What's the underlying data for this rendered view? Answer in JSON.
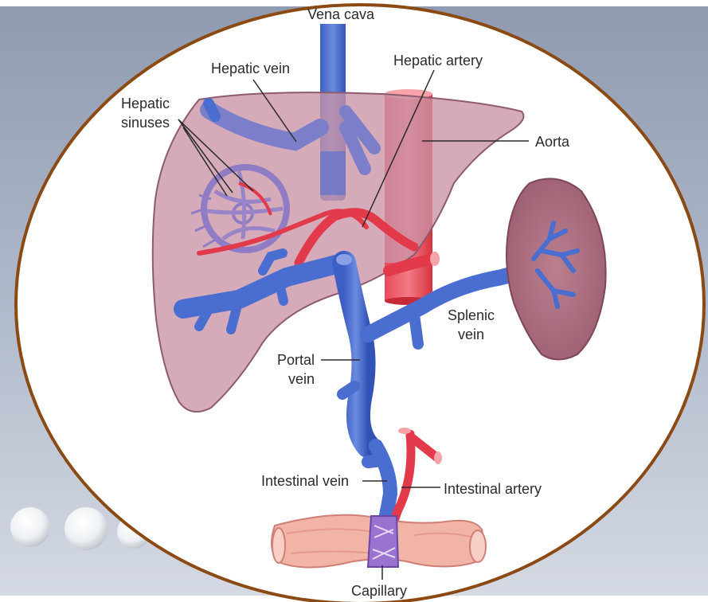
{
  "diagram": {
    "labels": {
      "vena_cava": "Vena cava",
      "hepatic_vein": "Hepatic vein",
      "hepatic_artery": "Hepatic artery",
      "hepatic_sinuses_line1": "Hepatic",
      "hepatic_sinuses_line2": "sinuses",
      "aorta": "Aorta",
      "splenic_vein_line1": "Splenic",
      "splenic_vein_line2": "vein",
      "portal_vein_line1": "Portal",
      "portal_vein_line2": "vein",
      "intestinal_vein": "Intestinal vein",
      "intestinal_artery": "Intestinal artery",
      "capillary": "Capillary"
    },
    "colors": {
      "vein_blue": "#4a6ed0",
      "artery_red": "#e2394b",
      "liver_fill": "#c993a6",
      "spleen_fill": "#b27584",
      "intestine_fill": "#f3b4a8",
      "capillary_purple": "#8a5cc0",
      "frame_brown": "#8b4a14",
      "background_gray": "#a9b3c6"
    }
  }
}
